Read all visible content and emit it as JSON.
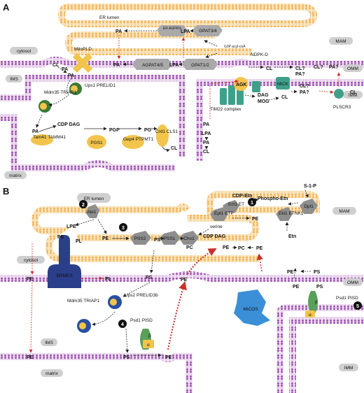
{
  "panel_a": {
    "letter": "A",
    "compartments": {
      "er_lumen": "ER lumen",
      "mam": "MAM",
      "cytosol": "cytosol",
      "omm": "OMM",
      "ims": "IMS",
      "imm": "IMM",
      "matrix": "matrix"
    },
    "proteins": {
      "er_agpats": "ER AGPATs",
      "gpat34": "GPAT3/4",
      "mitopld": "MitoPLD",
      "agpat45": "AGPAT4/5",
      "gpat12": "GPAT1/2",
      "ndpkd": "NDPK-D",
      "mtck": "MtCK",
      "mdm35": "Mdm35 TRIAP1",
      "ups1": "Ups1 PRELID1",
      "agk": "AGK",
      "tim22": "TIM22 complex",
      "tam41": "Tam41 TAMM41",
      "pgs1": "PGS1",
      "gep4": "Gep4 PTPMT1",
      "crd1": "Crd1 CLS1",
      "plscr3": "PLSCR3"
    },
    "lipids": {
      "pa": "PA",
      "lpa": "LPA",
      "cl": "CL",
      "cl_q": "CL?",
      "pa_q": "PA?",
      "cdp_dag": "CDP DAG",
      "pgp": "PGP",
      "pg": "PG",
      "dag": "DAG",
      "mog": "MOG",
      "g3p": "G3P acyl-coA"
    }
  },
  "panel_b": {
    "letter": "B",
    "compartments": {
      "er_lumen": "ER lumen",
      "mam": "MAM",
      "cytosol": "cytosol",
      "omm": "OMM",
      "ims": "IMS",
      "imm": "IMM",
      "matrix": "matrix"
    },
    "steps": [
      "1",
      "2",
      "3",
      "4",
      "5"
    ],
    "proteins": {
      "ale1": "Ale1",
      "pss2": "PSS2",
      "pss1": "PSS1",
      "cho1": "Cho1",
      "ept1": "Ept1 ETP",
      "ect1": "Ect1 ET",
      "eki1": "Eki1 ETNK1",
      "dpl1": "Dpl1",
      "ermes": "ERMES",
      "mdm35": "Mdm35 TRIAP1",
      "ups2": "Ups2 PRELID3b",
      "psd1": "Psd1 PISD",
      "mico": "MICOS",
      "beta": "β",
      "alpha": "α"
    },
    "lipids": {
      "lpe": "LPE",
      "pe": "PE",
      "pl": "PL",
      "ps": "PS",
      "pc": "PC",
      "serine": "serine",
      "cdp_etn": "CDP-Etn",
      "phospho_etn": "Phospho-Etn",
      "etn": "Etn",
      "s1p": "S-1-P",
      "cdp_dag": "CDP DAG"
    }
  }
}
